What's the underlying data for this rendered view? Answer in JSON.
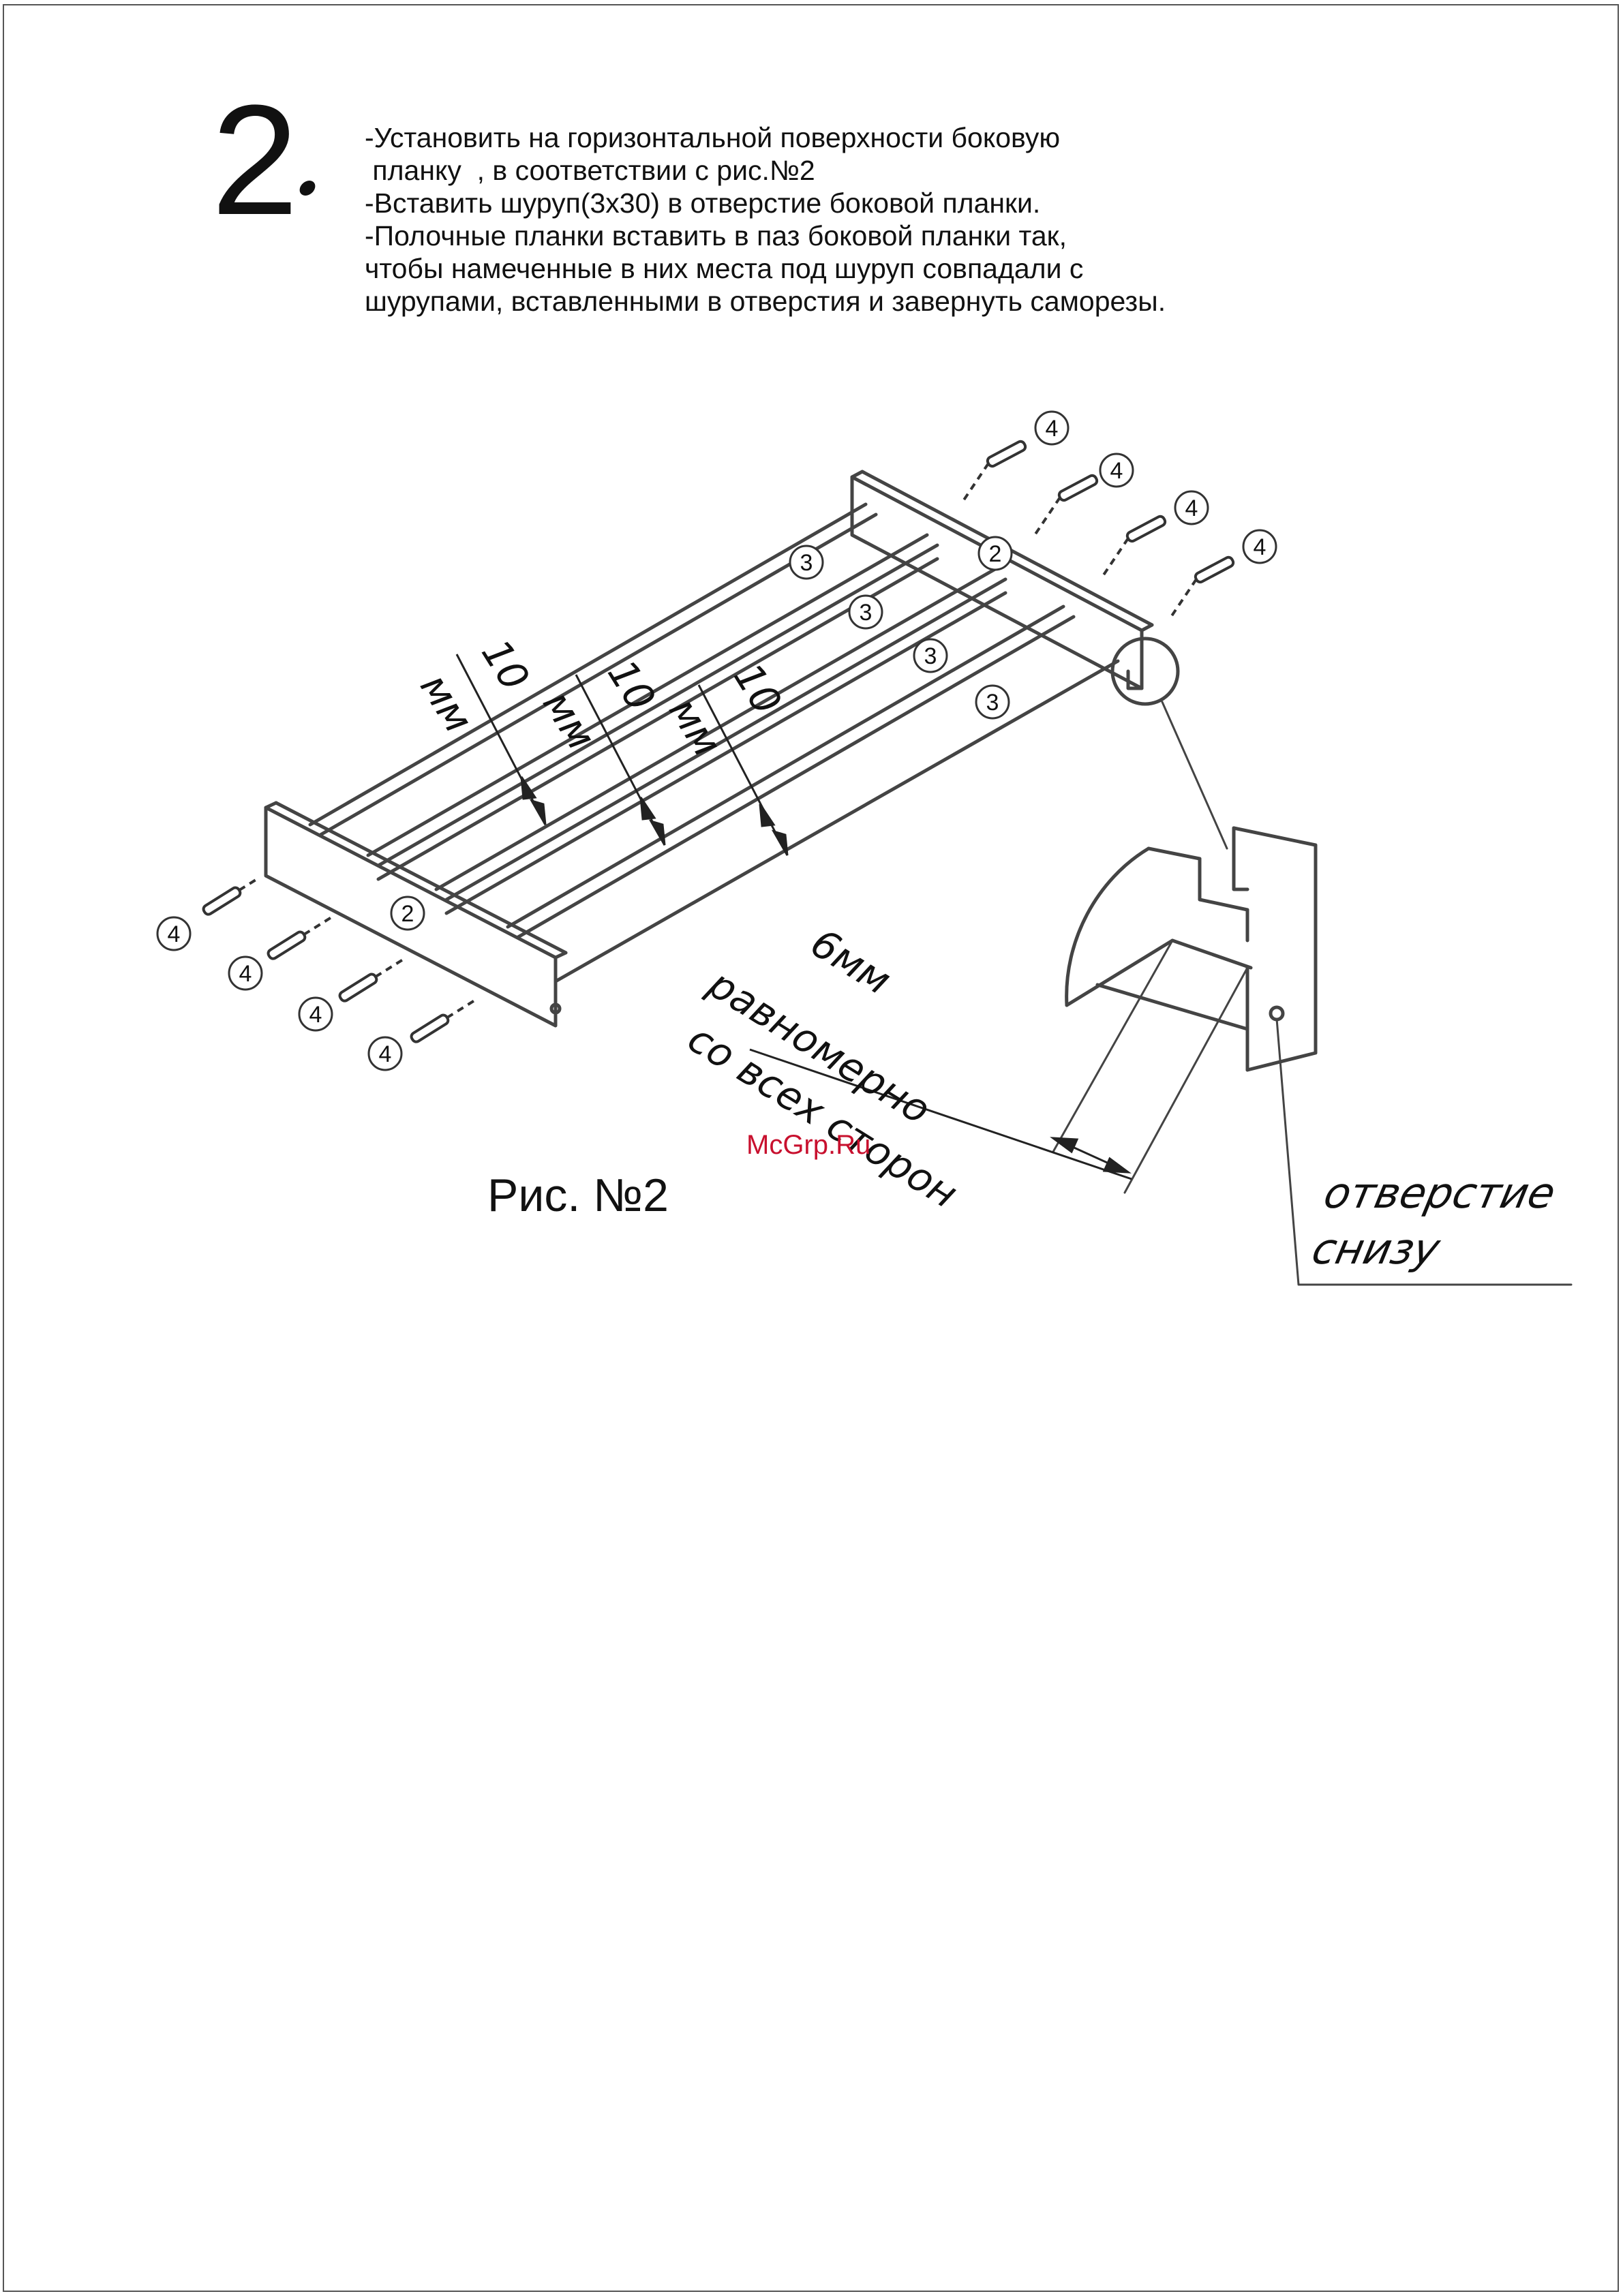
{
  "step": {
    "number": "2"
  },
  "instructions": [
    "-Установить на горизонтальной поверхности боковую",
    " планку  , в соответствии с рис.№2",
    "-Вставить шуруп(3х30) в отверстие боковой планки.",
    "-Полочные планки вставить в паз боковой планки так,",
    "чтобы намеченные в них места под шуруп совпадали с",
    "шурупами, вставленными в отверстия и завернуть саморезы."
  ],
  "figure": {
    "caption": "Рис. №2",
    "watermark": "McGrp.Ru",
    "part_labels": {
      "side_panel": "2",
      "shelf_slat": "3",
      "screw": "4"
    },
    "dimensions": {
      "gap_value": "10",
      "gap_unit": "мм",
      "clearance_line1": "6мм",
      "clearance_line2": "равномерно",
      "clearance_line3": "со всех сторон"
    },
    "note": {
      "line1": "отверстие",
      "line2": "снизу"
    }
  }
}
